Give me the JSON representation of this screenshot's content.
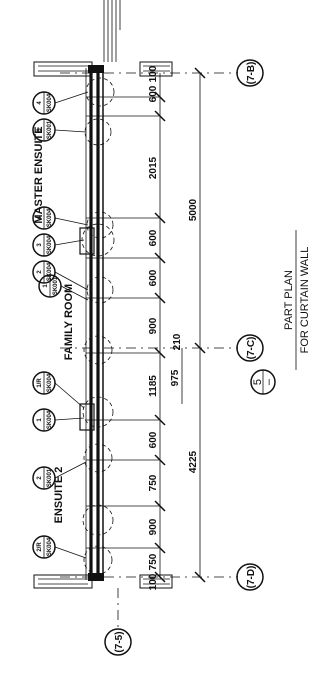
{
  "grid_lines": [
    "(7-B)",
    "(7-C)",
    "(7-D)",
    "(7-5)"
  ],
  "rooms": [
    "MASTER ENSUITE",
    "FAMILY ROOM",
    "ENSUITE 2"
  ],
  "overall_dimensions": [
    "5000",
    "4225"
  ],
  "segment_dimensions": [
    "600",
    "100",
    "2015",
    "600",
    "600",
    "900",
    "1185",
    "210",
    "975",
    "600",
    "750",
    "900",
    "750",
    "100"
  ],
  "detail_tags": [
    {
      "number": "4",
      "sheet": "SK004"
    },
    {
      "number": "3",
      "sheet": "SK001"
    },
    {
      "number": "4",
      "sheet": "SK004"
    },
    {
      "number": "3",
      "sheet": "SK004"
    },
    {
      "number": "2",
      "sheet": "SK004"
    },
    {
      "number": "1",
      "sheet": "SK001"
    },
    {
      "number": "1/R",
      "sheet": "SK004"
    },
    {
      "number": "1",
      "sheet": "SK004"
    },
    {
      "number": "2",
      "sheet": "SK001"
    },
    {
      "number": "2/R",
      "sheet": "SK004"
    }
  ],
  "title_block": {
    "number": "5",
    "sheet": "–",
    "line1": "PART PLAN",
    "line2": "FOR CURTAIN WALL"
  }
}
